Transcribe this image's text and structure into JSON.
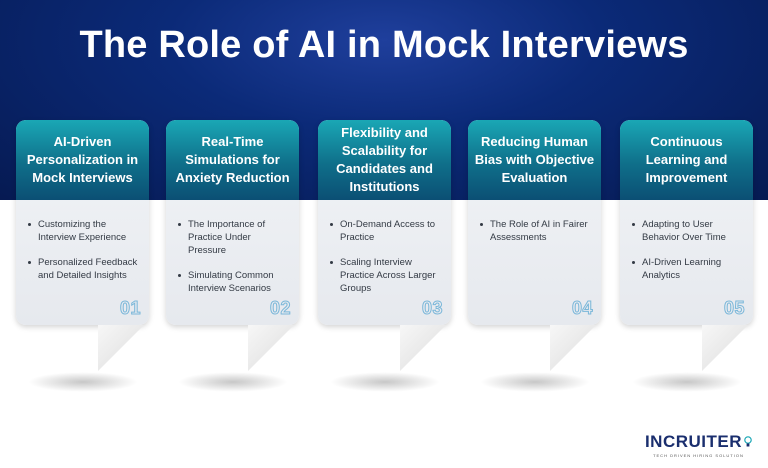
{
  "title": "The Role of AI in Mock Interviews",
  "cards": [
    {
      "heading": "AI-Driven Personalization in Mock Interviews",
      "points": [
        "Customizing the Interview Experience",
        "Personalized Feedback and Detailed Insights"
      ],
      "number": "01"
    },
    {
      "heading": "Real-Time Simulations for Anxiety Reduction",
      "points": [
        "The Importance of Practice Under Pressure",
        "Simulating Common Interview Scenarios"
      ],
      "number": "02"
    },
    {
      "heading": "Flexibility and Scalability for Candidates and Institutions",
      "points": [
        "On-Demand Access to Practice",
        "Scaling Interview Practice Across Larger Groups"
      ],
      "number": "03"
    },
    {
      "heading": "Reducing Human Bias with Objective Evaluation",
      "points": [
        "The Role of AI in Fairer Assessments"
      ],
      "number": "04"
    },
    {
      "heading": "Continuous Learning and Improvement",
      "points": [
        "Adapting to User Behavior Over Time",
        "AI-Driven Learning Analytics"
      ],
      "number": "05"
    }
  ],
  "logo": {
    "brand": "INCRUITER",
    "tagline": "TECH DRIVEN HIRING SOLUTION"
  },
  "colors": {
    "header_bg": "#0b2a78",
    "card_head": "#0f6f8a",
    "number_outline": "#7ab7d9",
    "logo": "#1a2e6e"
  }
}
